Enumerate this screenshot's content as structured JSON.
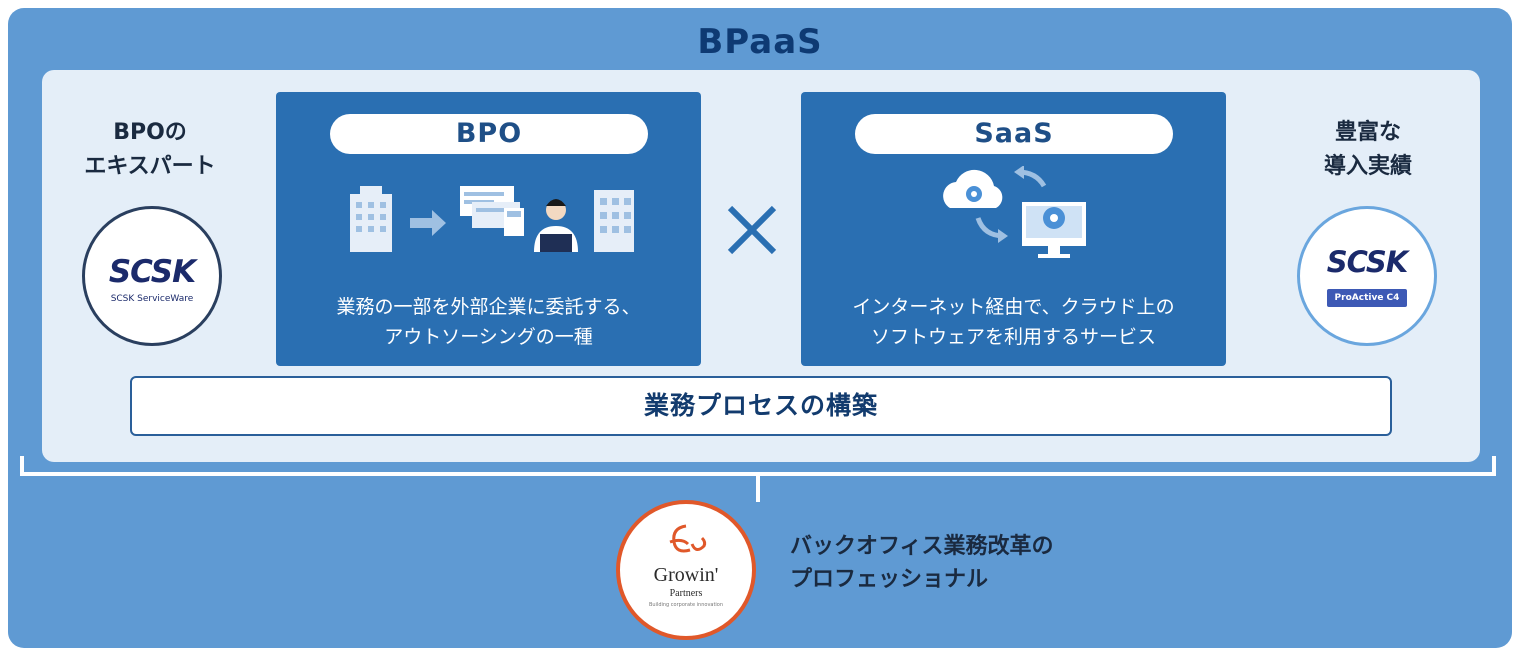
{
  "title": "BPaaS",
  "left": {
    "line1": "BPOの",
    "line2": "エキスパート",
    "logo_main": "SCSK",
    "logo_sub": "SCSK ServiceWare"
  },
  "right": {
    "line1": "豊富な",
    "line2": "導入実績",
    "logo_main": "SCSK",
    "logo_badge": "ProActive C4"
  },
  "bpo": {
    "label": "BPO",
    "desc_line1": "業務の一部を外部企業に委託する、",
    "desc_line2": "アウトソーシングの一種"
  },
  "cross": "×",
  "saas": {
    "label": "SaaS",
    "desc_line1": "インターネット経由で、クラウド上の",
    "desc_line2": "ソフトウェアを利用するサービス"
  },
  "process": "業務プロセスの構築",
  "growin": {
    "line1": "バックオフィス業務改革の",
    "line2": "プロフェッショナル",
    "logo_name": "Growin'",
    "logo_sub": "Partners",
    "logo_tagline": "Building corporate innovation"
  },
  "colors": {
    "outer": "#5f9ad3",
    "inner": "#e4eef8",
    "panel": "#2a6fb2",
    "navy": "#0e3a73",
    "orange": "#e0582a",
    "scsk_navy": "#1b2a6b"
  }
}
